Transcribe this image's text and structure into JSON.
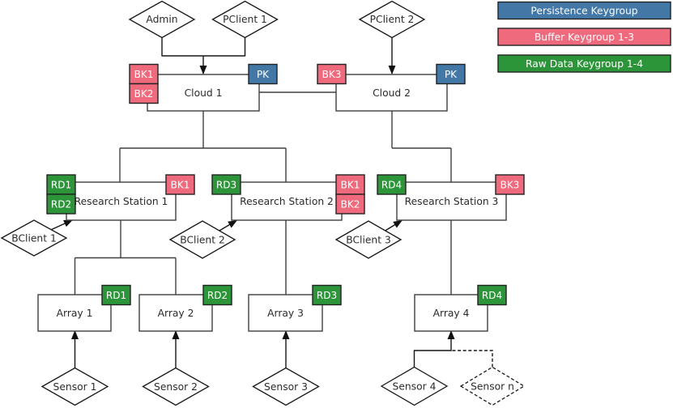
{
  "nodes": {
    "admin": "Admin",
    "pclient1": "PClient 1",
    "pclient2": "PClient 2",
    "cloud1": "Cloud 1",
    "cloud2": "Cloud 2",
    "rs1": "Research Station 1",
    "rs2": "Research Station 2",
    "rs3": "Research Station 3",
    "bclient1": "BClient 1",
    "bclient2": "BClient 2",
    "bclient3": "BClient 3",
    "array1": "Array 1",
    "array2": "Array 2",
    "array3": "Array 3",
    "array4": "Array 4",
    "sensor1": "Sensor 1",
    "sensor2": "Sensor 2",
    "sensor3": "Sensor 3",
    "sensor4": "Sensor 4",
    "sensorn": "Sensor n"
  },
  "badges": {
    "cloud1": {
      "left": [
        "BK1",
        "BK2"
      ],
      "right": [
        "PK"
      ]
    },
    "cloud2": {
      "left": [
        "BK3"
      ],
      "right": [
        "PK"
      ]
    },
    "rs1": {
      "left": [
        "RD1",
        "RD2"
      ],
      "right": [
        "BK1"
      ]
    },
    "rs2": {
      "left": [
        "RD3"
      ],
      "right": [
        "BK1",
        "BK2"
      ]
    },
    "rs3": {
      "left": [
        "RD4"
      ],
      "right": [
        "BK3"
      ]
    },
    "array1": {
      "right": [
        "RD1"
      ]
    },
    "array2": {
      "right": [
        "RD2"
      ]
    },
    "array3": {
      "right": [
        "RD3"
      ]
    },
    "array4": {
      "right": [
        "RD4"
      ]
    }
  },
  "legend": {
    "items": [
      {
        "label": "Persistence Keygroup",
        "color": "#4377a6"
      },
      {
        "label": "Buffer Keygroup 1-3",
        "color": "#ee6a7c"
      },
      {
        "label": "Raw Data Keygroup 1-4",
        "color": "#2d9539"
      }
    ]
  },
  "colors": {
    "persistence": "#4377a6",
    "buffer": "#ee6a7c",
    "raw_data": "#2d9539",
    "line": "#3f3f3f"
  }
}
